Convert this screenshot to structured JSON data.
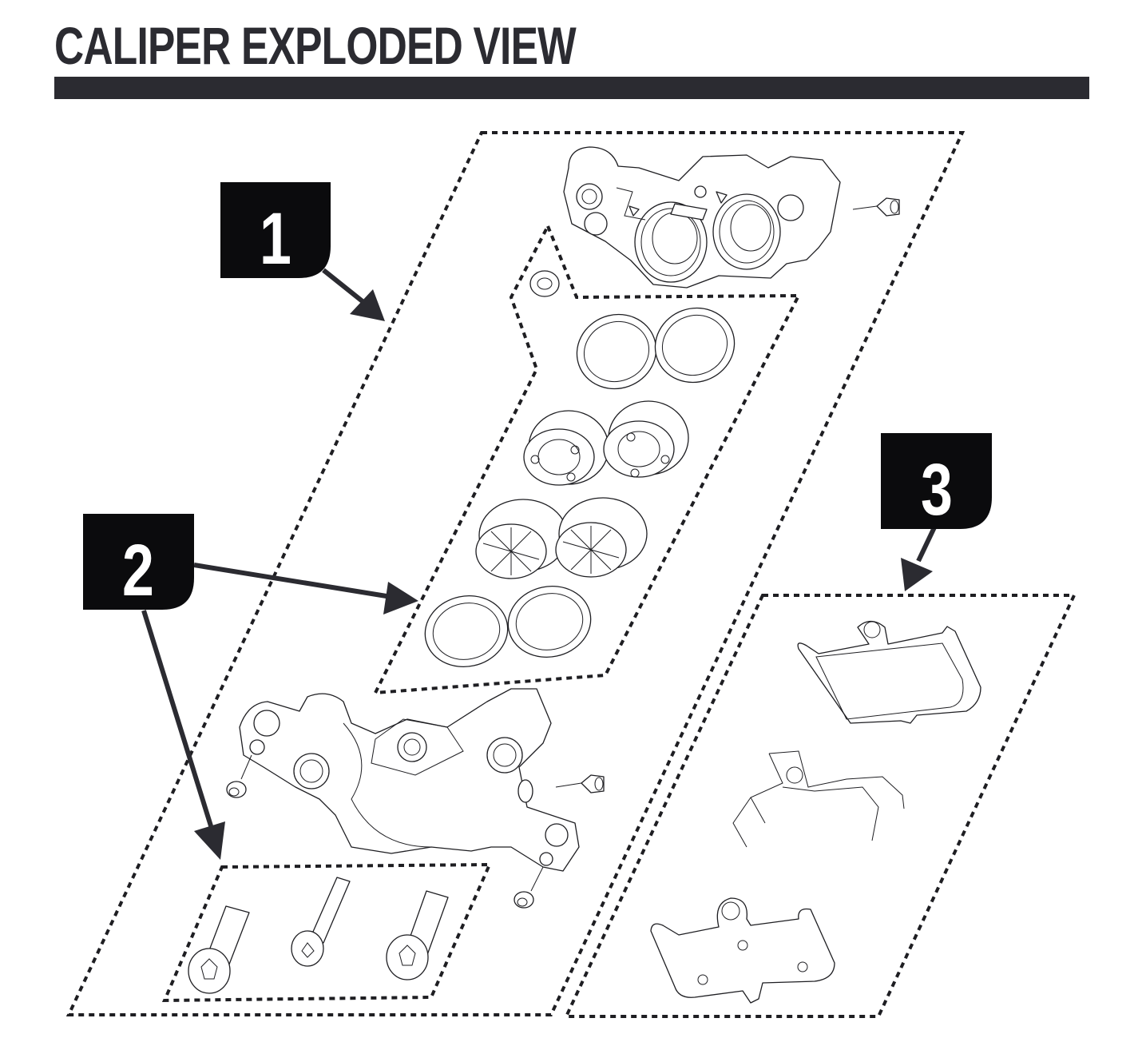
{
  "title": "CALIPER EXPLODED VIEW",
  "colors": {
    "title": "#2b2b31",
    "callout_background": "#0b0b0d",
    "callout_text": "#ffffff",
    "line_art": "#1e1e22"
  },
  "callouts": [
    {
      "number": "1",
      "group": "caliper-body-and-piston-assembly"
    },
    {
      "number": "2",
      "group": "piston-seals-and-mounting-bolts"
    },
    {
      "number": "3",
      "group": "brake-pads-and-spring"
    }
  ],
  "parts": {
    "outboard_caliper_half": "caliper-half",
    "inboard_caliper_half": "caliper-half",
    "bleed_screw_count": 4,
    "crush_washer_count": 1,
    "piston_seal_count": 4,
    "piston_count": 4,
    "mounting_bolt_count": 3,
    "brake_pad_count": 2,
    "pad_spring_count": 1
  }
}
